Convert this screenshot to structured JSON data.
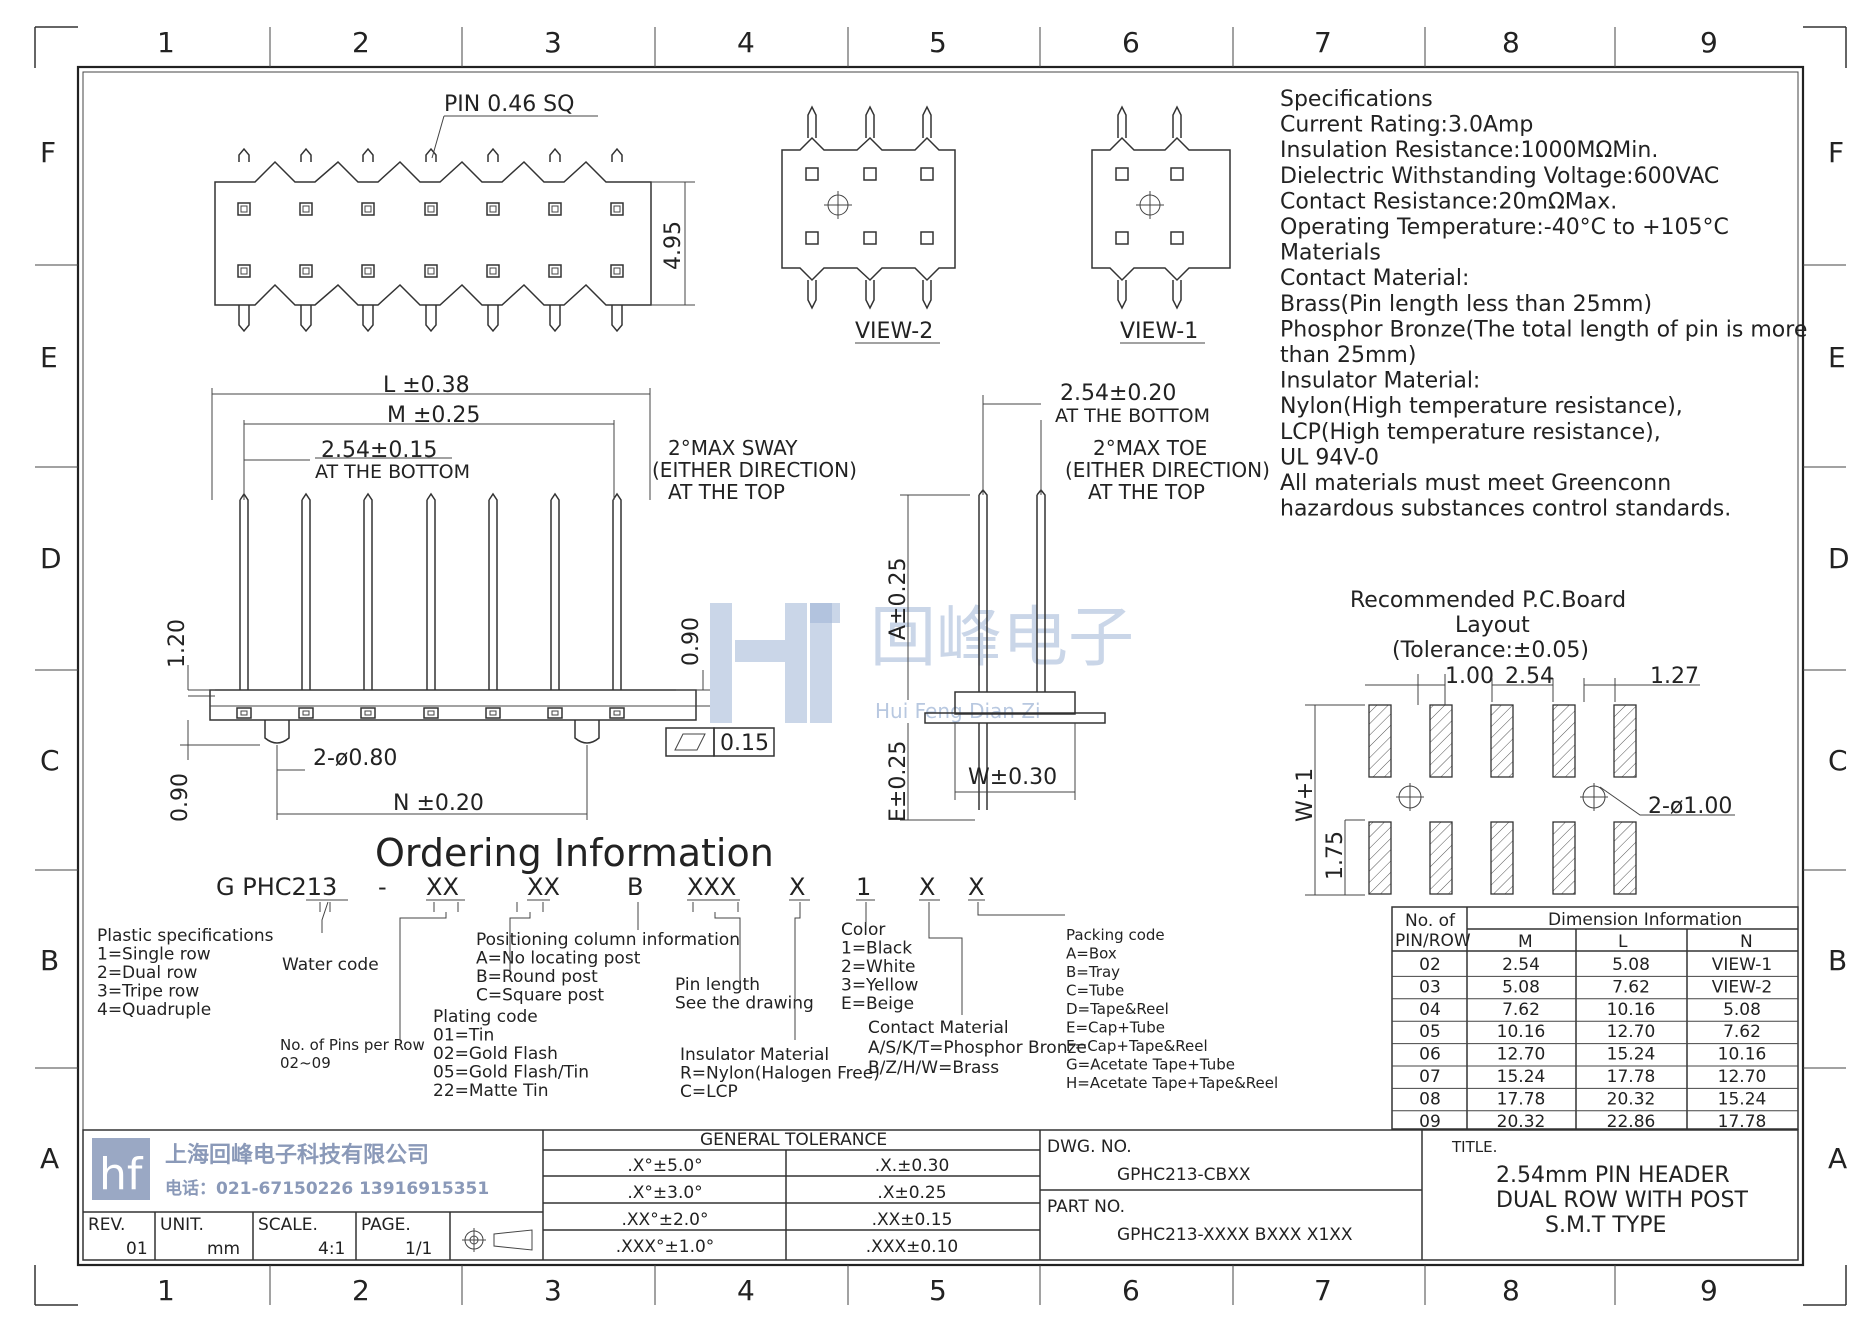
{
  "grid": {
    "columns": [
      "1",
      "2",
      "3",
      "4",
      "5",
      "6",
      "7",
      "8",
      "9"
    ],
    "rows": [
      "F",
      "E",
      "D",
      "C",
      "B",
      "A"
    ]
  },
  "top_view": {
    "pin_label": "PIN 0.46 SQ",
    "height_dim": "4.95"
  },
  "views": {
    "view2": "VIEW-2",
    "view1": "VIEW-1"
  },
  "front_view": {
    "dim_L": "L ±0.38",
    "dim_M": "M ±0.25",
    "dim_pitch": "2.54±0.15",
    "at_bottom": "AT THE BOTTOM",
    "sway_1": "2°MAX SWAY",
    "sway_2": "(EITHER DIRECTION)",
    "sway_3": "AT THE TOP",
    "dim_120": "1.20",
    "dim_090_right": "0.90",
    "dim_090_left": "0.90",
    "flatness": "0.15",
    "holes": "2-ø0.80",
    "dim_N": "N ±0.20"
  },
  "side_view": {
    "dim_pitch": "2.54±0.20",
    "at_bottom": "AT THE BOTTOM",
    "toe_1": "2°MAX TOE",
    "toe_2": "(EITHER DIRECTION)",
    "toe_3": "AT THE TOP",
    "dim_A": "A±0.25",
    "dim_E": "E±0.25",
    "dim_W": "W±0.30"
  },
  "specifications": [
    "Specifications",
    "Current Rating:3.0Amp",
    "Insulation Resistance:1000MΩMin.",
    "Dielectric Withstanding Voltage:600VAC",
    "Contact Resistance:20mΩMax.",
    "Operating Temperature:-40°C to +105°C",
    "Materials",
    "Contact Material:",
    "Brass(Pin length less than 25mm)",
    "Phosphor Bronze(The total length of pin is more",
    "than 25mm)",
    "Insulator Material:",
    "Nylon(High temperature resistance),",
    "LCP(High temperature resistance),",
    "UL 94V-0",
    "All materials must meet Greenconn",
    "hazardous substances control standards."
  ],
  "pcb": {
    "title_1": "Recommended P.C.Board",
    "title_2": "Layout",
    "title_3": "(Tolerance:±0.05)",
    "dim_100": "1.00",
    "dim_254": "2.54",
    "dim_127": "1.27",
    "dim_W1": "W+1",
    "dim_175": "1.75",
    "holes": "2-ø1.00"
  },
  "watermark": {
    "text": "回峰电子",
    "sub": "Hui Feng Dian Zi"
  },
  "ordering": {
    "title": "Ordering Information",
    "code": [
      "G PHC213",
      "-",
      "XX",
      "XX",
      "B",
      "XXX",
      "X",
      "1",
      "X",
      "X"
    ],
    "plastic": [
      "Plastic specifications",
      "1=Single row",
      "2=Dual row",
      "3=Tripe row",
      "4=Quadruple"
    ],
    "water": "Water code",
    "pins": [
      "No. of Pins per Row",
      "02~09"
    ],
    "plating": [
      "Plating code",
      "01=Tin",
      "02=Gold Flash",
      "05=Gold Flash/Tin",
      "22=Matte Tin"
    ],
    "position": [
      "Positioning column information",
      "A=No locating post",
      "B=Round post",
      "C=Square post"
    ],
    "pinlen": [
      "Pin length",
      "See the drawing"
    ],
    "insulator": [
      "Insulator Material",
      "R=Nylon(Halogen Free)",
      "C=LCP"
    ],
    "color": [
      "Color",
      "1=Black",
      "2=White",
      "3=Yellow",
      "E=Beige"
    ],
    "contact": [
      "Contact Material",
      "A/S/K/T=Phosphor Bronze",
      "B/Z/H/W=Brass"
    ],
    "packing": [
      "Packing code",
      "A=Box",
      "B=Tray",
      "C=Tube",
      "D=Tape&Reel",
      "E=Cap+Tube",
      "F=Cap+Tape&Reel",
      "G=Acetate Tape+Tube",
      "H=Acetate Tape+Tape&Reel"
    ]
  },
  "dimension_table": {
    "col0_1": "No. of",
    "col0_2": "PIN/ROW",
    "title": "Dimension Information",
    "headers": [
      "M",
      "L",
      "N"
    ],
    "rows": [
      [
        "02",
        "2.54",
        "5.08",
        "VIEW-1"
      ],
      [
        "03",
        "5.08",
        "7.62",
        "VIEW-2"
      ],
      [
        "04",
        "7.62",
        "10.16",
        "5.08"
      ],
      [
        "05",
        "10.16",
        "12.70",
        "7.62"
      ],
      [
        "06",
        "12.70",
        "15.24",
        "10.16"
      ],
      [
        "07",
        "15.24",
        "17.78",
        "12.70"
      ],
      [
        "08",
        "17.78",
        "20.32",
        "15.24"
      ],
      [
        "09",
        "20.32",
        "22.86",
        "17.78"
      ]
    ]
  },
  "title_block": {
    "company": "上海回峰电子科技有限公司",
    "phone": "电话：021-67150226 13916915351",
    "rev_label": "REV.",
    "rev": "01",
    "unit_label": "UNIT.",
    "unit": "mm",
    "scale_label": "SCALE.",
    "scale": "4:1",
    "page_label": "PAGE.",
    "page": "1/1",
    "tolerance_title": "GENERAL TOLERANCE",
    "tolerances": [
      [
        ".X°±5.0°",
        ".X.±0.30"
      ],
      [
        ".X°±3.0°",
        ".X±0.25"
      ],
      [
        ".XX°±2.0°",
        ".XX±0.15"
      ],
      [
        ".XXX°±1.0°",
        ".XXX±0.10"
      ]
    ],
    "dwg_label": "DWG. NO.",
    "dwg_no": "GPHC213-CBXX",
    "part_label": "PART NO.",
    "part_no": "GPHC213-XXXX BXXX X1XX",
    "title_label": "TITLE.",
    "title_1": "2.54mm PIN HEADER",
    "title_2": "DUAL ROW WITH POST",
    "title_3": "S.M.T TYPE"
  }
}
